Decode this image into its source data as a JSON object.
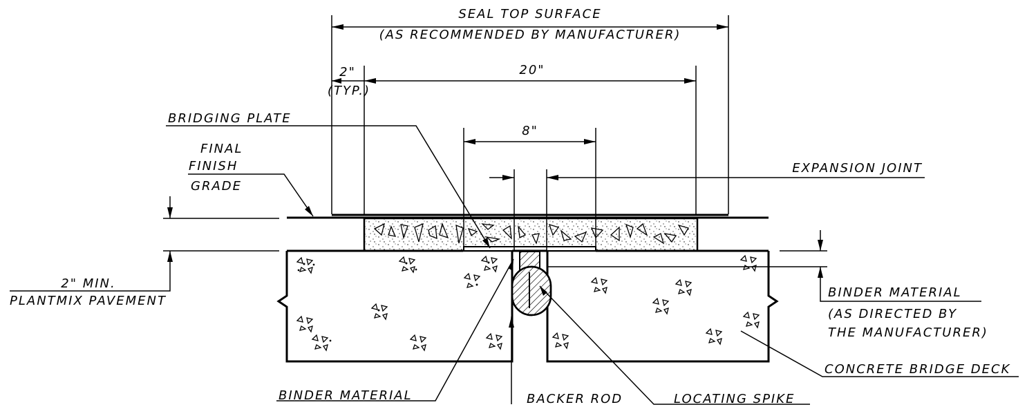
{
  "labels": {
    "seal_top_line1": "SEAL TOP SURFACE",
    "seal_top_line2": "(AS RECOMMENDED BY MANUFACTURER)",
    "dim_2in": "2\"",
    "dim_typ": "(TYP.)",
    "dim_20in": "20\"",
    "dim_8in": "8\"",
    "bridging_plate": "BRIDGING PLATE",
    "final_line1": "FINAL",
    "final_line2": "FINISH",
    "final_line3": "GRADE",
    "expansion_joint": "EXPANSION JOINT",
    "plantmix_line1": "2\" MIN.",
    "plantmix_line2": "PLANTMIX PAVEMENT",
    "binder_right_line1": "BINDER MATERIAL",
    "binder_right_line2": "(AS DIRECTED BY",
    "binder_right_line3": "THE MANUFACTURER)",
    "concrete_bridge_deck": "CONCRETE BRIDGE DECK",
    "binder_bottom": "BINDER MATERIAL",
    "backer_rod": "BACKER ROD",
    "locating_spike": "LOCATING SPIKE"
  }
}
